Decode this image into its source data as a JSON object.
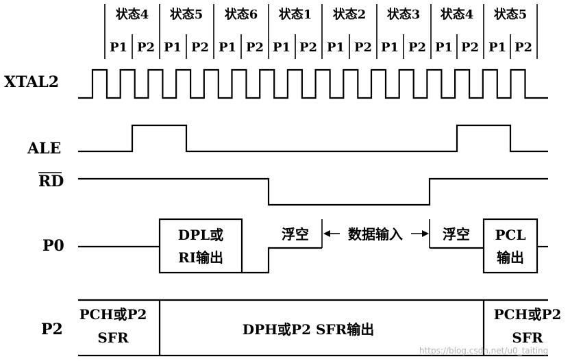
{
  "states": [
    "状态4",
    "状态5",
    "状态6",
    "状态1",
    "状态2",
    "状态3",
    "状态4",
    "状态5"
  ],
  "phases": [
    "P1",
    "P2"
  ],
  "signals": {
    "xtal2": "XTAL2",
    "ale": "ALE",
    "rd": "RD",
    "p0": "P0",
    "p2": "P2"
  },
  "p0": {
    "dpl_line1": "DPL或",
    "dpl_line2": "RI输出",
    "float1": "浮空",
    "data_in": "数据输入",
    "float2": "浮空",
    "pcl_line1": "PCL",
    "pcl_line2": "输出"
  },
  "p2": {
    "left_line1": "PCH或P2",
    "left_line2": "SFR",
    "mid": "DPH或P2 SFR输出",
    "right_line1": "PCH或P2",
    "right_line2": "SFR"
  },
  "watermark": "https://blog.csdn.net/u0_taiting"
}
